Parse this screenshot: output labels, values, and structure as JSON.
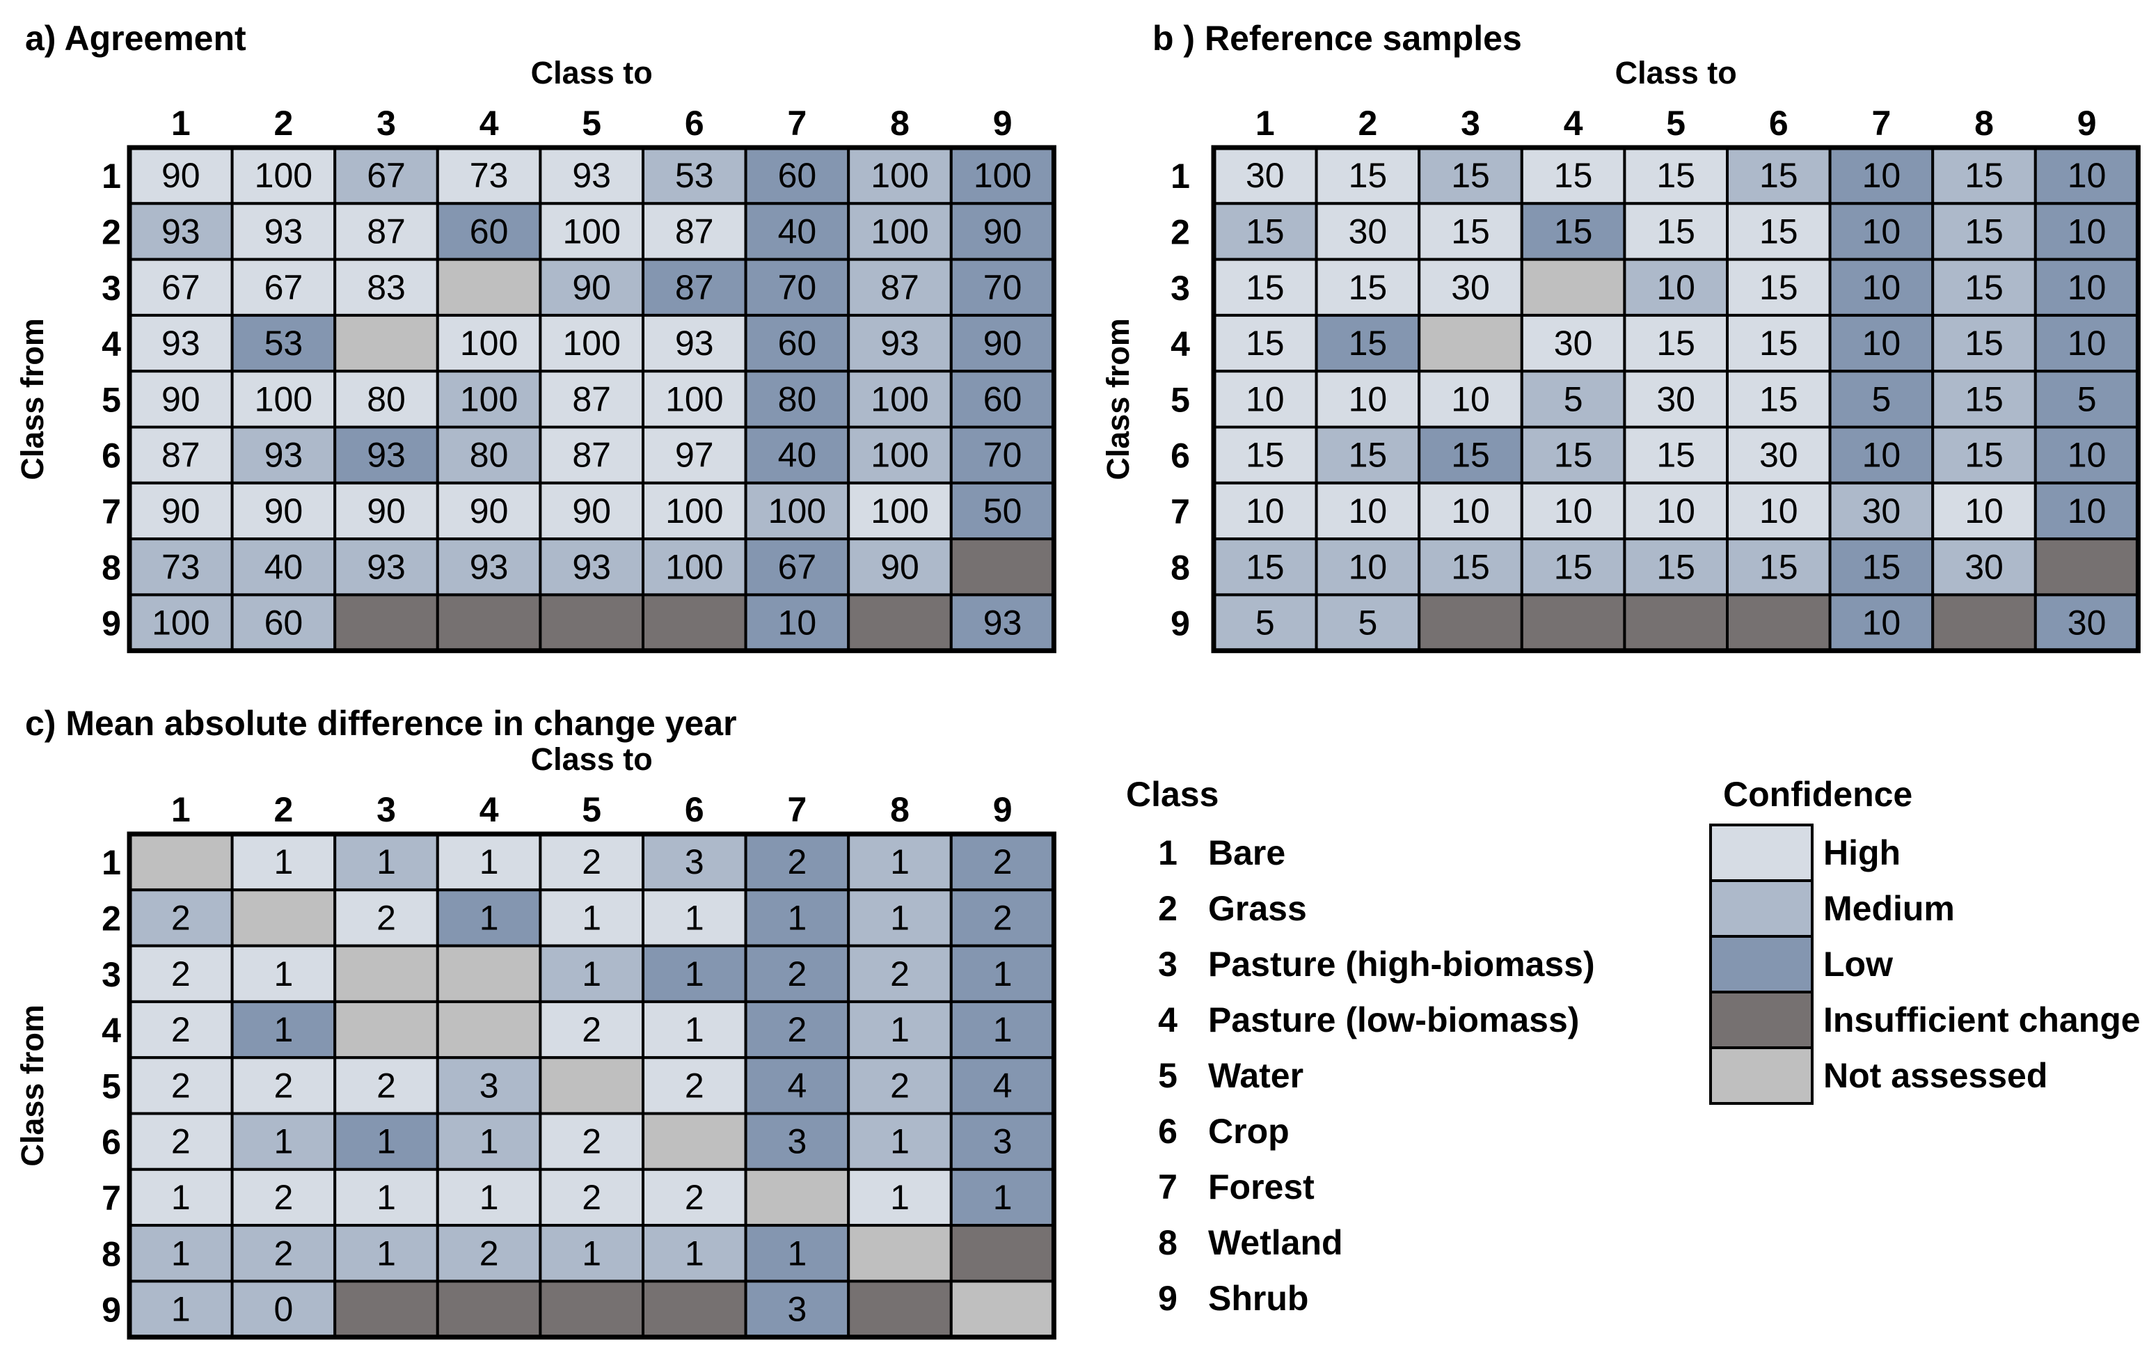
{
  "colors": {
    "High": "#d6dce4",
    "Medium": "#adb9ca",
    "Low": "#8496b0",
    "Insufficient change": "#767171",
    "Not assessed": "#bfbfbf"
  },
  "chart_data": [
    {
      "type": "heatmap",
      "title": "a)  Agreement",
      "xlabel": "Class to",
      "ylabel": "Class from",
      "categories_x": [
        "1",
        "2",
        "3",
        "4",
        "5",
        "6",
        "7",
        "8",
        "9"
      ],
      "categories_y": [
        "1",
        "2",
        "3",
        "4",
        "5",
        "6",
        "7",
        "8",
        "9"
      ],
      "values": [
        [
          "90",
          "100",
          "67",
          "73",
          "93",
          "53",
          "60",
          "100",
          "100"
        ],
        [
          "93",
          "93",
          "87",
          "60",
          "100",
          "87",
          "40",
          "100",
          "90"
        ],
        [
          "67",
          "67",
          "83",
          "",
          "90",
          "87",
          "70",
          "87",
          "70"
        ],
        [
          "93",
          "53",
          "",
          "100",
          "100",
          "93",
          "60",
          "93",
          "90"
        ],
        [
          "90",
          "100",
          "80",
          "100",
          "87",
          "100",
          "80",
          "100",
          "60"
        ],
        [
          "87",
          "93",
          "93",
          "80",
          "87",
          "97",
          "40",
          "100",
          "70"
        ],
        [
          "90",
          "90",
          "90",
          "90",
          "90",
          "100",
          "100",
          "100",
          "50"
        ],
        [
          "73",
          "40",
          "93",
          "93",
          "93",
          "100",
          "67",
          "90",
          ""
        ],
        [
          "100",
          "60",
          "",
          "",
          "",
          "",
          "10",
          "",
          "93"
        ]
      ],
      "confidence": [
        [
          "H",
          "H",
          "M",
          "H",
          "H",
          "M",
          "L",
          "M",
          "L"
        ],
        [
          "M",
          "H",
          "H",
          "L",
          "H",
          "H",
          "L",
          "M",
          "L"
        ],
        [
          "H",
          "H",
          "H",
          "N",
          "M",
          "L",
          "L",
          "M",
          "L"
        ],
        [
          "H",
          "L",
          "N",
          "H",
          "H",
          "H",
          "L",
          "M",
          "L"
        ],
        [
          "H",
          "H",
          "H",
          "M",
          "H",
          "H",
          "L",
          "M",
          "L"
        ],
        [
          "H",
          "M",
          "L",
          "M",
          "H",
          "H",
          "L",
          "M",
          "L"
        ],
        [
          "H",
          "H",
          "H",
          "H",
          "H",
          "H",
          "M",
          "H",
          "L"
        ],
        [
          "M",
          "M",
          "M",
          "M",
          "M",
          "M",
          "L",
          "M",
          "I"
        ],
        [
          "M",
          "M",
          "I",
          "I",
          "I",
          "I",
          "L",
          "I",
          "L"
        ]
      ]
    },
    {
      "type": "heatmap",
      "title": "b ) Reference samples",
      "xlabel": "Class to",
      "ylabel": "Class from",
      "categories_x": [
        "1",
        "2",
        "3",
        "4",
        "5",
        "6",
        "7",
        "8",
        "9"
      ],
      "categories_y": [
        "1",
        "2",
        "3",
        "4",
        "5",
        "6",
        "7",
        "8",
        "9"
      ],
      "values": [
        [
          "30",
          "15",
          "15",
          "15",
          "15",
          "15",
          "10",
          "15",
          "10"
        ],
        [
          "15",
          "30",
          "15",
          "15",
          "15",
          "15",
          "10",
          "15",
          "10"
        ],
        [
          "15",
          "15",
          "30",
          "",
          "10",
          "15",
          "10",
          "15",
          "10"
        ],
        [
          "15",
          "15",
          "",
          "30",
          "15",
          "15",
          "10",
          "15",
          "10"
        ],
        [
          "10",
          "10",
          "10",
          "5",
          "30",
          "15",
          "5",
          "15",
          "5"
        ],
        [
          "15",
          "15",
          "15",
          "15",
          "15",
          "30",
          "10",
          "15",
          "10"
        ],
        [
          "10",
          "10",
          "10",
          "10",
          "10",
          "10",
          "30",
          "10",
          "10"
        ],
        [
          "15",
          "10",
          "15",
          "15",
          "15",
          "15",
          "15",
          "30",
          ""
        ],
        [
          "5",
          "5",
          "",
          "",
          "",
          "",
          "10",
          "",
          "30"
        ]
      ],
      "confidence": [
        [
          "H",
          "H",
          "M",
          "H",
          "H",
          "M",
          "L",
          "M",
          "L"
        ],
        [
          "M",
          "H",
          "H",
          "L",
          "H",
          "H",
          "L",
          "M",
          "L"
        ],
        [
          "H",
          "H",
          "H",
          "N",
          "M",
          "H",
          "L",
          "M",
          "L"
        ],
        [
          "H",
          "L",
          "N",
          "H",
          "H",
          "H",
          "L",
          "M",
          "L"
        ],
        [
          "H",
          "H",
          "H",
          "M",
          "H",
          "H",
          "L",
          "M",
          "L"
        ],
        [
          "H",
          "M",
          "L",
          "M",
          "H",
          "H",
          "L",
          "M",
          "L"
        ],
        [
          "H",
          "H",
          "H",
          "H",
          "H",
          "H",
          "M",
          "H",
          "L"
        ],
        [
          "M",
          "M",
          "M",
          "M",
          "M",
          "M",
          "L",
          "M",
          "I"
        ],
        [
          "M",
          "M",
          "I",
          "I",
          "I",
          "I",
          "L",
          "I",
          "L"
        ]
      ]
    },
    {
      "type": "heatmap",
      "title": "c)  Mean absolute difference in change year",
      "xlabel": "Class to",
      "ylabel": "Class from",
      "categories_x": [
        "1",
        "2",
        "3",
        "4",
        "5",
        "6",
        "7",
        "8",
        "9"
      ],
      "categories_y": [
        "1",
        "2",
        "3",
        "4",
        "5",
        "6",
        "7",
        "8",
        "9"
      ],
      "values": [
        [
          "",
          "1",
          "1",
          "1",
          "2",
          "3",
          "2",
          "1",
          "2"
        ],
        [
          "2",
          "",
          "2",
          "1",
          "1",
          "1",
          "1",
          "1",
          "2"
        ],
        [
          "2",
          "1",
          "",
          "",
          "1",
          "1",
          "2",
          "2",
          "1"
        ],
        [
          "2",
          "1",
          "",
          "",
          "2",
          "1",
          "2",
          "1",
          "1"
        ],
        [
          "2",
          "2",
          "2",
          "3",
          "",
          "2",
          "4",
          "2",
          "4"
        ],
        [
          "2",
          "1",
          "1",
          "1",
          "2",
          "",
          "3",
          "1",
          "3"
        ],
        [
          "1",
          "2",
          "1",
          "1",
          "2",
          "2",
          "",
          "1",
          "1"
        ],
        [
          "1",
          "2",
          "1",
          "2",
          "1",
          "1",
          "1",
          "",
          ""
        ],
        [
          "1",
          "0",
          "",
          "",
          "",
          "",
          "3",
          "",
          ""
        ]
      ],
      "confidence": [
        [
          "N",
          "H",
          "M",
          "H",
          "H",
          "M",
          "L",
          "M",
          "L"
        ],
        [
          "M",
          "N",
          "H",
          "L",
          "H",
          "H",
          "L",
          "M",
          "L"
        ],
        [
          "H",
          "H",
          "N",
          "N",
          "M",
          "L",
          "L",
          "M",
          "L"
        ],
        [
          "H",
          "L",
          "N",
          "N",
          "H",
          "H",
          "L",
          "M",
          "L"
        ],
        [
          "H",
          "H",
          "H",
          "M",
          "N",
          "H",
          "L",
          "M",
          "L"
        ],
        [
          "H",
          "M",
          "L",
          "M",
          "H",
          "N",
          "L",
          "M",
          "L"
        ],
        [
          "H",
          "H",
          "H",
          "H",
          "H",
          "H",
          "N",
          "H",
          "L"
        ],
        [
          "M",
          "M",
          "M",
          "M",
          "M",
          "M",
          "L",
          "N",
          "I"
        ],
        [
          "M",
          "M",
          "I",
          "I",
          "I",
          "I",
          "L",
          "I",
          "N"
        ]
      ]
    }
  ],
  "class_legend": {
    "heading": "Class",
    "items": [
      {
        "num": "1",
        "name": "Bare"
      },
      {
        "num": "2",
        "name": "Grass"
      },
      {
        "num": "3",
        "name": "Pasture (high-biomass)"
      },
      {
        "num": "4",
        "name": "Pasture (low-biomass)"
      },
      {
        "num": "5",
        "name": "Water"
      },
      {
        "num": "6",
        "name": "Crop"
      },
      {
        "num": "7",
        "name": "Forest"
      },
      {
        "num": "8",
        "name": "Wetland"
      },
      {
        "num": "9",
        "name": "Shrub"
      }
    ]
  },
  "confidence_legend": {
    "heading": "Confidence",
    "items": [
      {
        "key": "H",
        "label": "High",
        "color": "#d6dce4"
      },
      {
        "key": "M",
        "label": "Medium",
        "color": "#adb9ca"
      },
      {
        "key": "L",
        "label": "Low",
        "color": "#8496b0"
      },
      {
        "key": "I",
        "label": "Insufficient change",
        "color": "#767171"
      },
      {
        "key": "N",
        "label": "Not assessed",
        "color": "#bfbfbf"
      }
    ]
  }
}
